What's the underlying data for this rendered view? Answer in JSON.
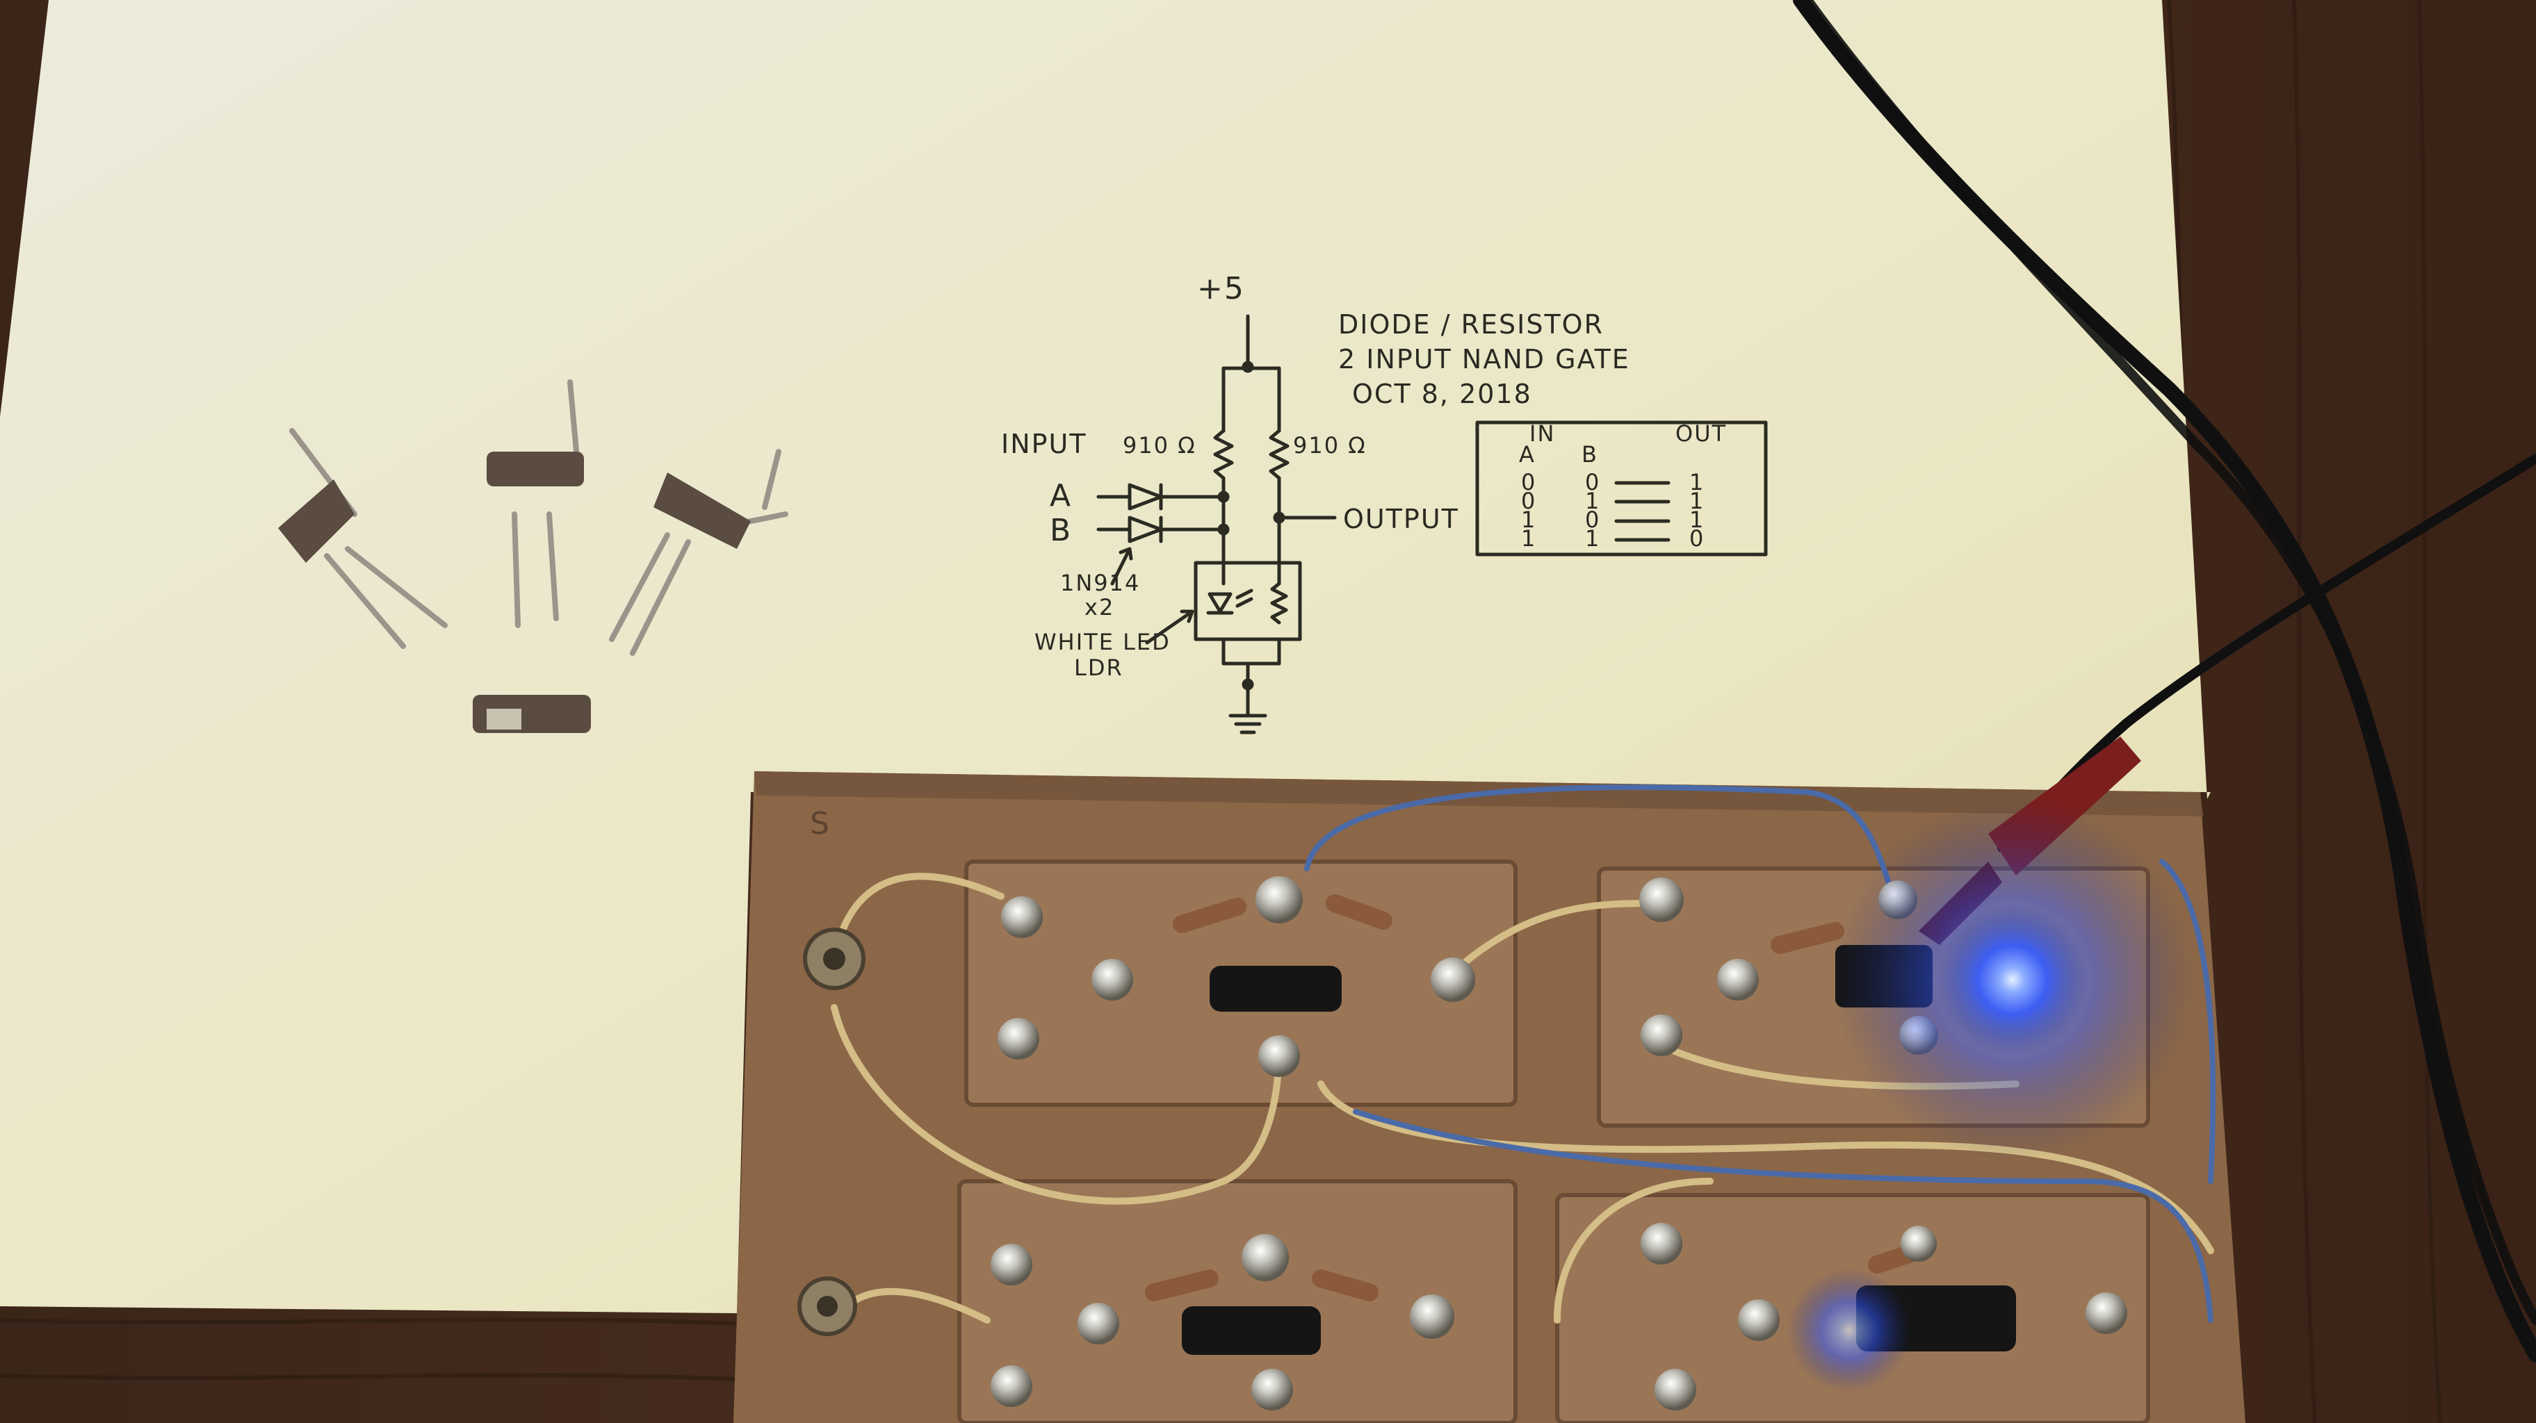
{
  "note": {
    "title_line1": "DIODE / RESISTOR",
    "title_line2": "2 INPUT NAND GATE",
    "date": "OCT 8, 2018"
  },
  "schematic": {
    "supply": "+5",
    "input_label": "INPUT",
    "r1_value": "910 Ω",
    "r2_value": "910 Ω",
    "in_a": "A",
    "in_b": "B",
    "output_label": "OUTPUT",
    "diode_part": "1N914",
    "diode_qty": "x2",
    "opto_line1": "WHITE LED",
    "opto_line2": "LDR"
  },
  "truth_table": {
    "headers": {
      "in": "IN",
      "out": "OUT",
      "a": "A",
      "b": "B"
    },
    "rows": [
      {
        "a": "0",
        "b": "0",
        "out": "1"
      },
      {
        "a": "0",
        "b": "1",
        "out": "1"
      },
      {
        "a": "1",
        "b": "0",
        "out": "1"
      },
      {
        "a": "1",
        "b": "1",
        "out": "0"
      }
    ]
  },
  "board": {
    "corner_mark": "S"
  },
  "colors": {
    "wood": "#3a2418",
    "paper": "#e9e6c0",
    "board": "#8a6648",
    "led_glow": "#3a6bff",
    "wire": "#c9b07a"
  }
}
